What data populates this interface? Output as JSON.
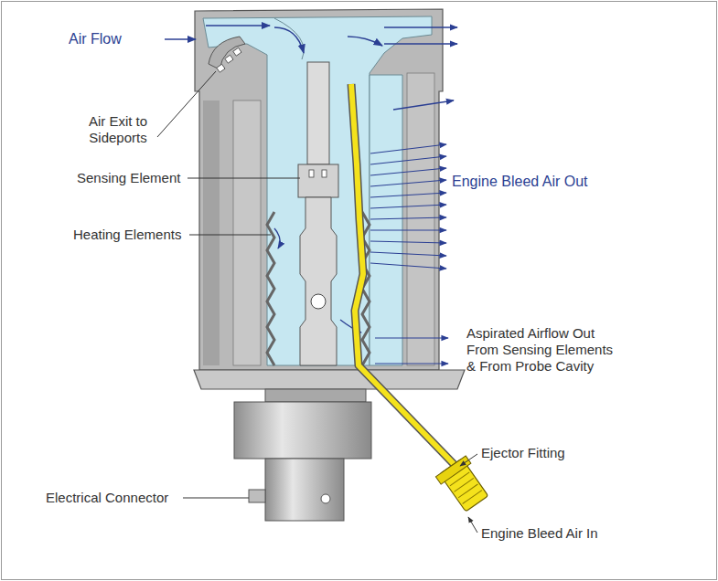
{
  "diagram": {
    "labels": [
      "Air Flow",
      "Air Exit to Sideports",
      "Sensing Element",
      "Heating Elements",
      "Engine Bleed Air Out",
      "Aspirated Airflow Out From Sensing Elements & From Probe Cavity",
      "Ejector Fitting",
      "Engine Bleed Air In",
      "Electrical Connector"
    ]
  }
}
